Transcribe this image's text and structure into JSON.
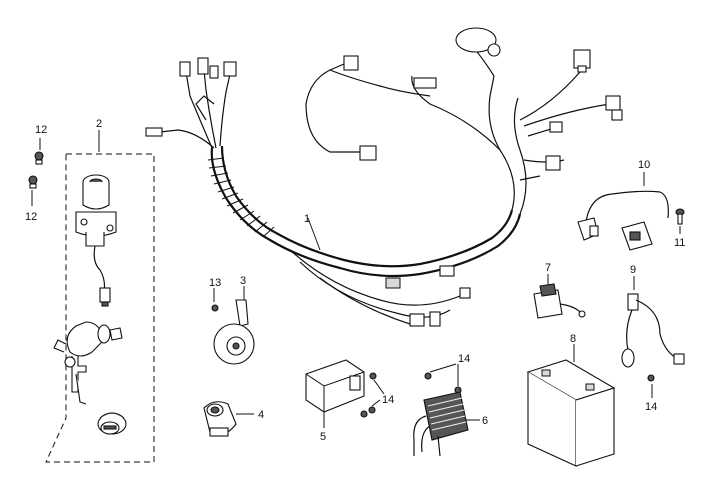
{
  "callouts": {
    "c1": "1",
    "c2": "2",
    "c3": "3",
    "c4": "4",
    "c5": "5",
    "c6": "6",
    "c7": "7",
    "c8": "8",
    "c9": "9",
    "c10": "10",
    "c11": "11",
    "c12a": "12",
    "c12b": "12",
    "c13": "13",
    "c14a": "14",
    "c14b": "14",
    "c14c": "14"
  }
}
